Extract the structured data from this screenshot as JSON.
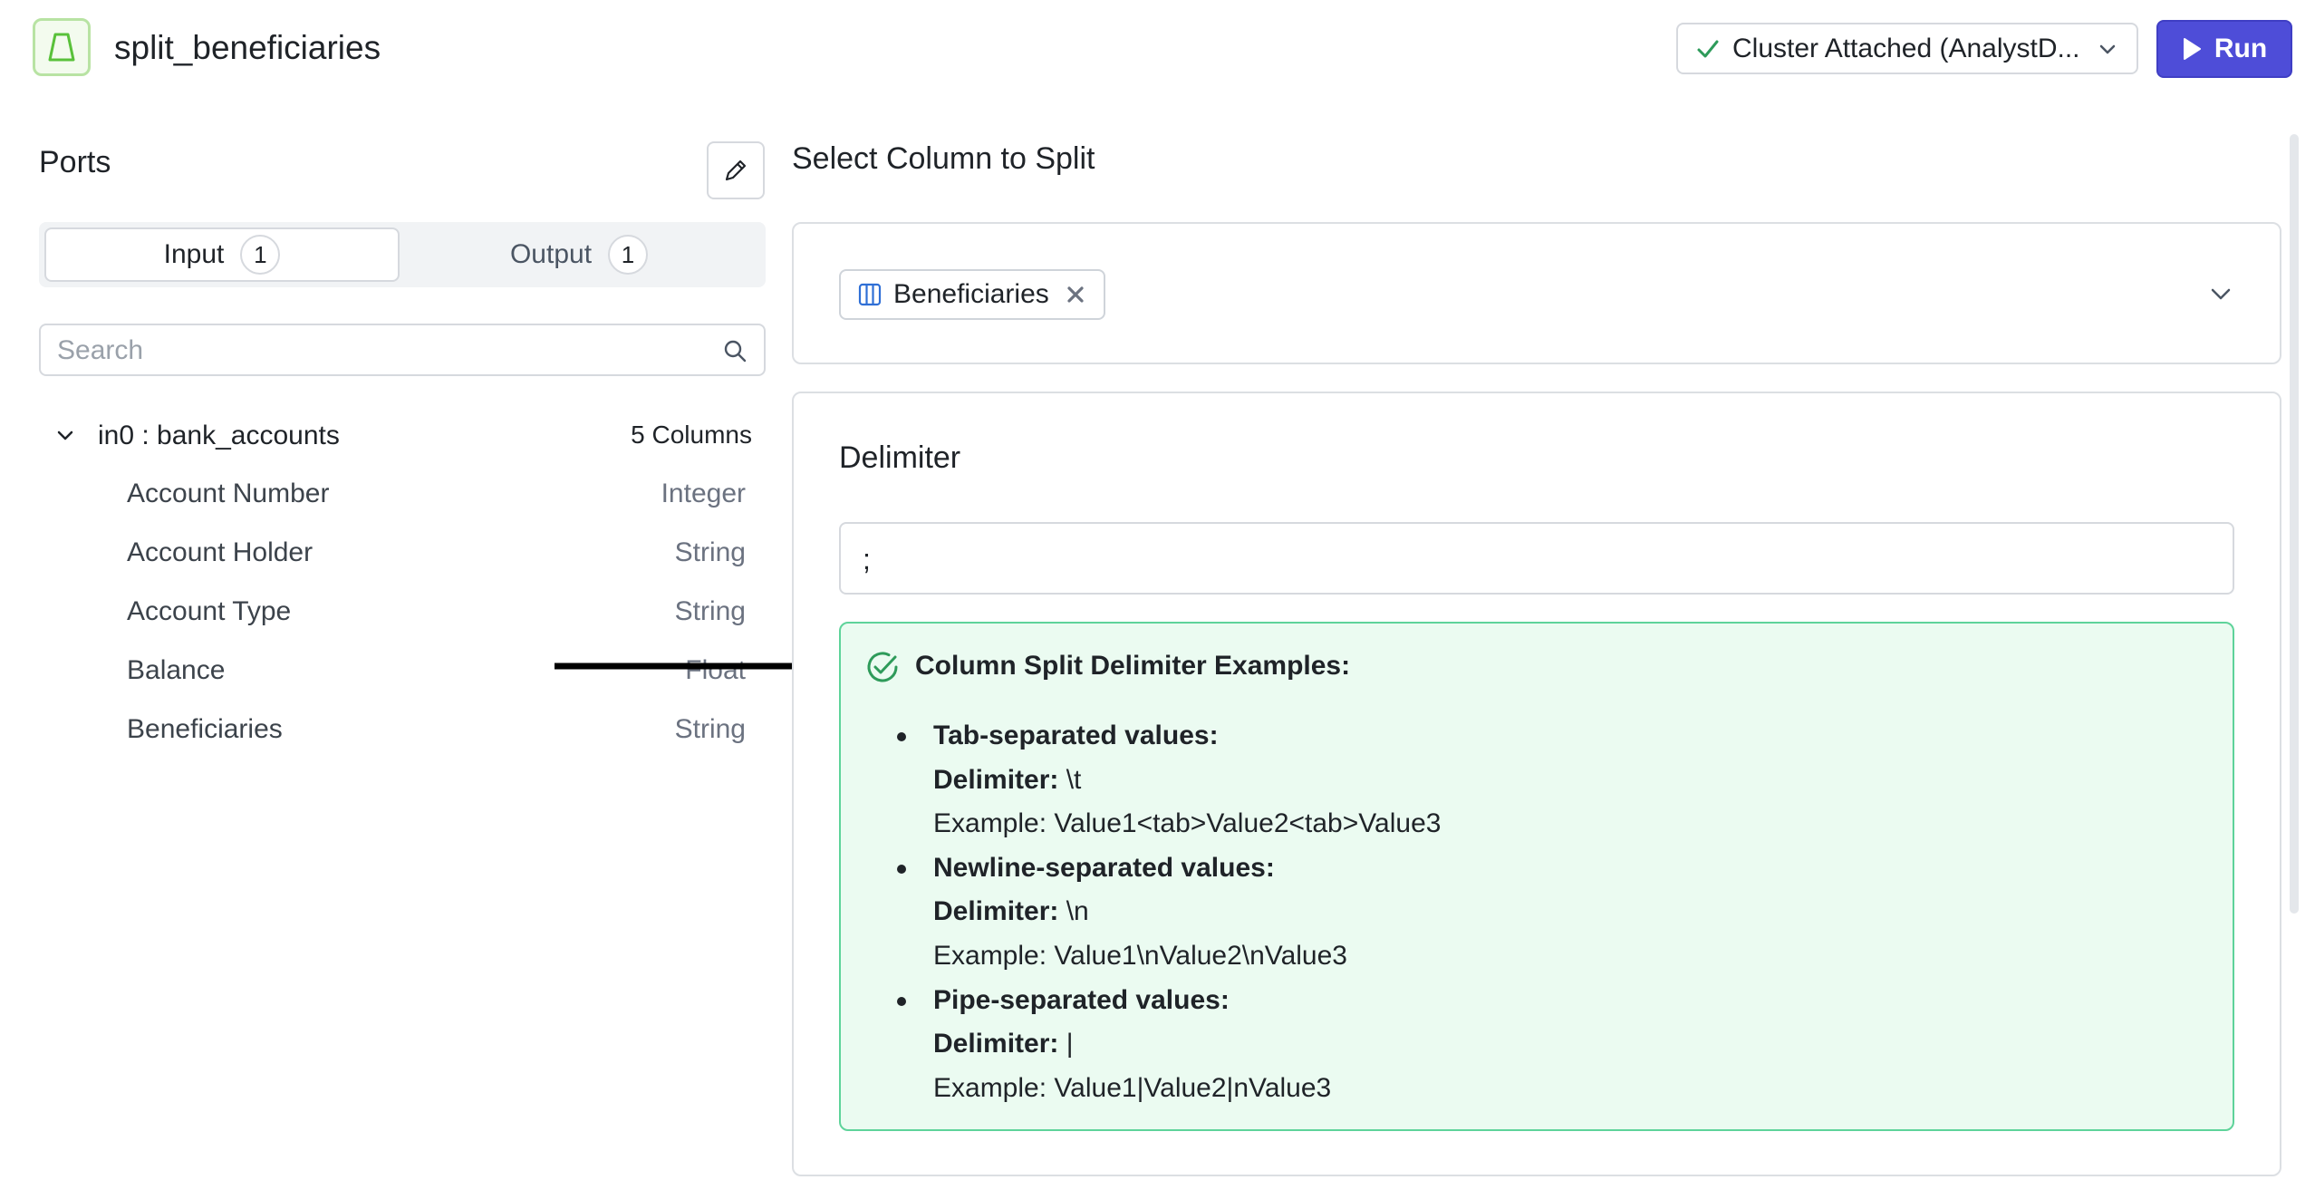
{
  "header": {
    "app_icon": "dataset-trapezoid-icon",
    "title": "split_beneficiaries",
    "cluster_label": "Cluster Attached (AnalystD...",
    "run_label": "Run"
  },
  "ports": {
    "title": "Ports",
    "tabs": [
      {
        "label": "Input",
        "count": "1"
      },
      {
        "label": "Output",
        "count": "1"
      }
    ],
    "search_placeholder": "Search",
    "search_value": "",
    "port": {
      "name": "in0 : bank_accounts",
      "count": "5 Columns",
      "columns": [
        {
          "name": "Account Number",
          "type": "Integer"
        },
        {
          "name": "Account Holder",
          "type": "String"
        },
        {
          "name": "Account Type",
          "type": "String"
        },
        {
          "name": "Balance",
          "type": "Float"
        },
        {
          "name": "Beneficiaries",
          "type": "String"
        }
      ]
    }
  },
  "split": {
    "title": "Select Column to Split",
    "selected_column": "Beneficiaries",
    "delimiter_label": "Delimiter",
    "delimiter_value": ";"
  },
  "info": {
    "title": "Column Split Delimiter Examples:",
    "items": [
      {
        "heading": "Tab-separated values:",
        "delim_label": "Delimiter:",
        "delim": " \\t",
        "example": "Example: Value1<tab>Value2<tab>Value3"
      },
      {
        "heading": "Newline-separated values:",
        "delim_label": "Delimiter:",
        "delim": " \\n",
        "example": "Example: Value1\\nValue2\\nValue3"
      },
      {
        "heading": "Pipe-separated values:",
        "delim_label": "Delimiter:",
        "delim": " |",
        "example": "Example: Value1|Value2|nValue3"
      }
    ]
  },
  "colors": {
    "accent": "#4e4dd8",
    "success": "#2e9b5a",
    "info_bg": "#ebfbf1",
    "info_border": "#5ed39a",
    "icon_border": "#b8e3a3"
  }
}
